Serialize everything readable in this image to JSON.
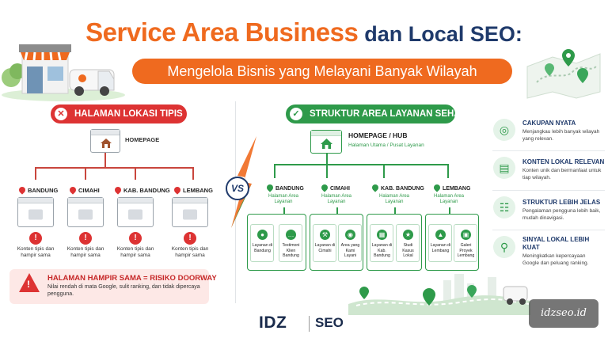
{
  "header": {
    "title_main": "Service Area Business",
    "title_rest": "dan Local SEO:",
    "subtitle": "Mengelola Bisnis yang Melayani Banyak Wilayah"
  },
  "bad_section": {
    "pill_icon": "✕",
    "title": "HALAMAN LOKASI TIPIS",
    "homepage_label": "HOMEPAGE",
    "cities": [
      "BANDUNG",
      "CIMAHI",
      "KAB. BANDUNG",
      "LEMBANG"
    ],
    "note": "Konten tipis dan hampir sama",
    "risk_title": "HALAMAN HAMPIR SAMA = RISIKO DOORWAY",
    "risk_desc": "Nilai rendah di mata Google, sulit ranking, dan tidak dipercaya pengguna."
  },
  "vs": "VS",
  "good_section": {
    "pill_icon": "✓",
    "title": "STRUKTUR AREA LAYANAN SEHAT",
    "hub_title": "HOMEPAGE / HUB",
    "hub_sub": "Halaman Utama / Pusat Layanan",
    "area_sub": "Halaman Area Layanan",
    "areas": [
      {
        "city": "BANDUNG",
        "cards": [
          "Layanan di Bandung",
          "Testimoni Klien Bandung"
        ]
      },
      {
        "city": "CIMAHI",
        "cards": [
          "Layanan di Cimahi",
          "Area yang Kami Layani"
        ]
      },
      {
        "city": "KAB. BANDUNG",
        "cards": [
          "Layanan di Kab. Bandung",
          "Studi Kasus Lokal"
        ]
      },
      {
        "city": "LEMBANG",
        "cards": [
          "Layanan di Lembang",
          "Galeri Proyek Lembang"
        ]
      }
    ]
  },
  "benefits": [
    {
      "icon": "target-icon",
      "title": "CAKUPAN NYATA",
      "desc": "Menjangkau lebih banyak wilayah yang relevan."
    },
    {
      "icon": "document-icon",
      "title": "KONTEN LOKAL RELEVAN",
      "desc": "Konten unik dan bermanfaat untuk tiap wilayah."
    },
    {
      "icon": "sitemap-icon",
      "title": "STRUKTUR LEBIH JELAS",
      "desc": "Pengalaman pengguna lebih baik, mudah dinavigasi."
    },
    {
      "icon": "signal-icon",
      "title": "SINYAL LOKAL LEBIH KUAT",
      "desc": "Meningkatkan kepercayaan Google dan peluang ranking."
    }
  ],
  "footer": {
    "logo": "IDZ",
    "brand": "SEO",
    "watermark": "idzseo.id"
  },
  "colors": {
    "orange": "#ef6a1f",
    "navy": "#1f3a6b",
    "red": "#dd3333",
    "green": "#2e9a4a"
  }
}
